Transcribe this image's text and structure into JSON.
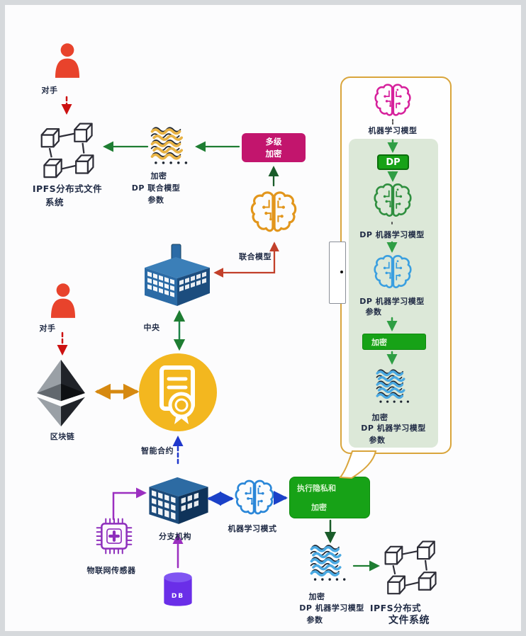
{
  "labels": {
    "adversary_top": "对手",
    "ipfs_top_1": "IPFS分布式文件",
    "ipfs_top_2": "系统",
    "enc_fed_1": "加密",
    "enc_fed_2": "DP 联合模型",
    "enc_fed_3": "参数",
    "multi_enc_1": "多级",
    "multi_enc_2": "加密",
    "federated_model": "联合模型",
    "central": "中央",
    "adversary_mid": "对手",
    "blockchain": "区块链",
    "smart_contract": "智能合约",
    "branch_org": "分支机构",
    "iot_sensor": "物联网传感器",
    "db": "DB",
    "ml_mode": "机器学习模式",
    "privacy_1": "执行隐私和",
    "privacy_2": "加密",
    "enc_ml_bottom_1": "加密",
    "enc_ml_bottom_2": "DP 机器学习模型",
    "enc_ml_bottom_3": "参数",
    "ipfs_bottom_1": "IPFS分布式",
    "ipfs_bottom_2": "文件系统",
    "panel_ml_model": "机器学习模型",
    "panel_dp": "DP",
    "panel_dp_ml_model": "DP 机器学习模型",
    "panel_dp_ml_params_1": "DP 机器学习模型",
    "panel_dp_ml_params_2": "参数",
    "panel_encrypt": "加密",
    "panel_enc_1": "加密",
    "panel_enc_2": "DP 机器学习模型",
    "panel_enc_3": "参数"
  },
  "colors": {
    "adversary_red": "#e8432c",
    "dashed_red": "#cc1111",
    "green_arrow": "#1e7d32",
    "magenta_box": "#c2156d",
    "federated_brain_orange": "#e2961c",
    "red_elbow": "#c2402a",
    "central_building_blue": "#2b6ba6",
    "branch_building_navy": "#1c4a7a",
    "contract_yellow": "#f3b71f",
    "orange_arrow": "#d68910",
    "royal_blue_arrow": "#1b41c8",
    "purple": "#9b2fc0",
    "db_violet": "#6a2ee8",
    "privacy_green": "#17a217",
    "panel_border_gold": "#d9a53c",
    "panel_inner_sage": "#dce8d8",
    "magenta_brain": "#d6219c",
    "green_brain": "#2f8f3f",
    "blue_brain": "#3a9fe0",
    "gold_hatch": "#e8b345",
    "blue_hatch": "#4aa9e2",
    "label_text": "#1f2a44"
  }
}
